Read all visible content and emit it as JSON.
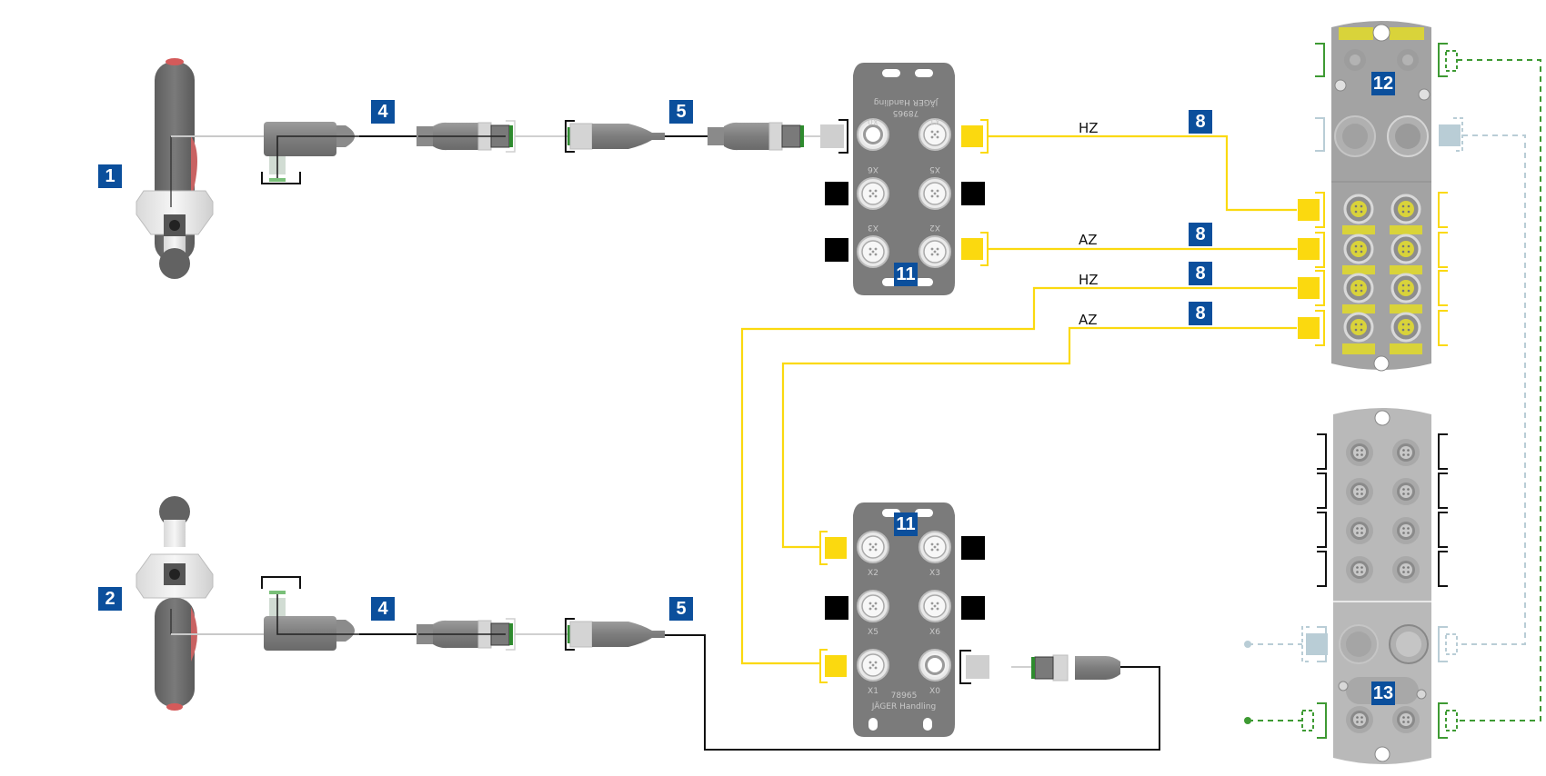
{
  "diagram": {
    "title": "Wiring diagram – handles, hubs and I/O modules",
    "colors": {
      "badge": "#0b4f9c",
      "signal_yellow": "#fbd90f",
      "black_wire": "#111111",
      "grey_cable": "#8a8a8a",
      "green_dashed": "#3e9a33",
      "blue_grey_dashed": "#b9cdd6",
      "module_dark": "#7b7b7b",
      "module_light": "#b5b5b5"
    },
    "callouts": [
      {
        "id": "1",
        "label": "1",
        "refers_to": "joystick-handle-top"
      },
      {
        "id": "2",
        "label": "2",
        "refers_to": "joystick-handle-bottom"
      },
      {
        "id": "4a",
        "label": "4",
        "refers_to": "angled-cable-top"
      },
      {
        "id": "4b",
        "label": "4",
        "refers_to": "angled-cable-bottom"
      },
      {
        "id": "5a",
        "label": "5",
        "refers_to": "extension-cable-top"
      },
      {
        "id": "5b",
        "label": "5",
        "refers_to": "extension-cable-bottom"
      },
      {
        "id": "8a",
        "label": "8",
        "refers_to": "signal-cable-hz-top"
      },
      {
        "id": "8b",
        "label": "8",
        "refers_to": "signal-cable-az-top"
      },
      {
        "id": "8c",
        "label": "8",
        "refers_to": "signal-cable-hz-bottom"
      },
      {
        "id": "8d",
        "label": "8",
        "refers_to": "signal-cable-az-bottom"
      },
      {
        "id": "11a",
        "label": "11",
        "refers_to": "distribution-box-top"
      },
      {
        "id": "11b",
        "label": "11",
        "refers_to": "distribution-box-bottom"
      },
      {
        "id": "12",
        "label": "12",
        "refers_to": "io-module-upper"
      },
      {
        "id": "13",
        "label": "13",
        "refers_to": "io-module-lower"
      }
    ],
    "wire_labels": [
      "HZ",
      "AZ",
      "HZ",
      "AZ"
    ],
    "distribution_box_top": {
      "brand": "JÄGER Handling",
      "part_no": "78965",
      "ports": [
        "X0",
        "X1",
        "X6",
        "X5",
        "X3",
        "X2"
      ]
    },
    "distribution_box_bottom": {
      "brand": "JÄGER Handling",
      "part_no": "78965",
      "ports": [
        "X2",
        "X3",
        "X5",
        "X6",
        "X1",
        "X0"
      ]
    }
  }
}
